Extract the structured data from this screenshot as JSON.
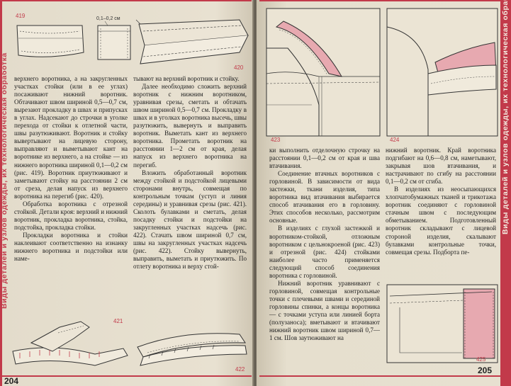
{
  "side_title": "Виды деталей и узлов одежды, их технологическая обработка",
  "left_page": {
    "number": "204",
    "figures": [
      {
        "num": "419",
        "label": "0,1–0,2 см"
      },
      {
        "num": "420"
      },
      {
        "num": "421"
      },
      {
        "num": "422"
      }
    ],
    "col1": [
      "верхнего воротника, а на закругленных участках стойки (или в ее углах) посаживают нижний воротник. Обтачивают швом шириной 0,5—0,7 см, вырезают прокладку в швах и припусках в углах. Надсекают до строчки в уголке перехода от стойки к отлетной части, швы разутюживают. Воротник и стойку вывертывают на лицевую сторону, выправляют и выметывают кант на воротнике из верхнего, а на стойке — из нижнего воротника шириной 0,1—0,2 см (рис. 419). Воротник приутюживают и заметывают стойку на расстоянии 2 см от среза, делая напуск из верхнего воротника на перегиб (рис. 420).",
      "Обработка воротника с отрезной стойкой. Детали кроя: верхний и нижний воротник, прокладка воротника, стойка, подстойка, прокладка стойки.",
      "Прокладки воротника и стойки наклеивают соответственно на изнанку нижнего воротника и подстойки или наме-"
    ],
    "col2": [
      "тывают на верхний воротник и стойку.",
      "Далее необходимо сложить верхний воротник с нижним воротником, уравнивая срезы, сметать и обтачать швом шириной 0,5—0,7 см. Прокладку в швах и в уголках воротника высечь, швы разутюжить, вывернуть и выправить воротник. Выметать кант из верхнего воротника. Прометать воротник на расстоянии 1—2 см от края, делая напуск из верхнего воротника на перегиб.",
      "Вложить обработанный воротник между стойкой и подстойкой лицевыми сторонами внутрь, совмещая по контрольным точкам (уступ и линия середины) и уравнивая срезы (рис. 421). Сколоть булавками и сметать, делая посадку стойки и подстойки на закругленных участках надсечь (рис. 422). Стачать швом шириной 0,7 см, швы на закругленных участках надсечь (рис. 422). Стойку вывернуть, выправить, выметать и приутюжить. По отлету воротника и верху стой-"
    ]
  },
  "right_page": {
    "number": "205",
    "figures": [
      {
        "num": "423"
      },
      {
        "num": "424"
      },
      {
        "num": "425"
      }
    ],
    "col1": [
      "ки выполнить отделочную строчку на расстоянии 0,1—0,2 см от края и шва втачивания.",
      "Соединение втачных воротников с горловиной. В зависимости от вида застежки, ткани изделия, типа воротника вид втачивания выбирается способ втачивания его в горловину. Этих способов несколько, рассмотрим основные.",
      "В изделиях с глухой застежкой и воротником-стойкой, отложным воротником с цельнокроеной (рис. 423) и отрезной (рис. 424) стойками наиболее часто применяется следующий способ соединения воротника с горловиной.",
      "Нижний воротник уравнивают с горловиной, совмещая контрольные точки с плечевыми швами и серединой горловины спинки, а концы воротника — с точками уступа или линией борта (полузаноса); вметывают и втачивают нижний воротник швом шириной 0,7—1 см. Шов заутюживают на"
    ],
    "col2": [
      "нижний воротник. Край воротника подгибают на 0,6—0,8 см, наметывают, закрывая шов втачивания, и настрачивают по сгибу на расстоянии 0,1—0,2 см от сгиба.",
      "В изделиях из неосыпающихся хлопчатобумажных тканей и трикотажа воротник соединяют с горловиной стачным швом с последующим обметыванием. Подготовленный воротник складывают с лицевой стороной изделия, скалывают булавками контрольные точки, совмещая срезы. Подборта пе-"
    ]
  }
}
